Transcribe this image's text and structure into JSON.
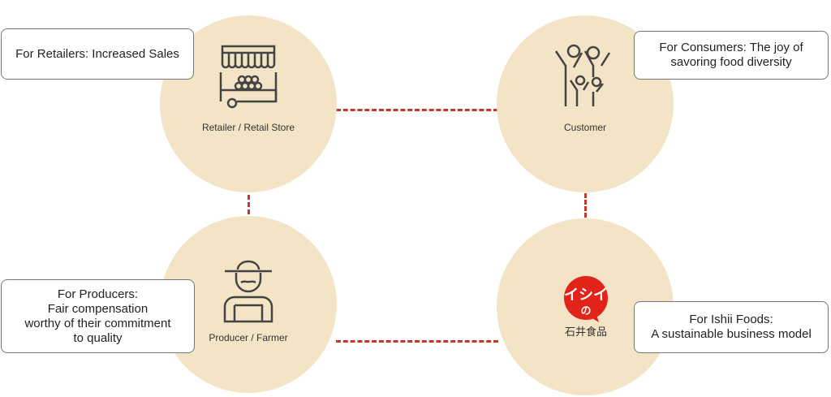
{
  "nodes": {
    "retailer": {
      "label": "Retailer / Retail Store",
      "benefit": "For Retailers: Increased Sales"
    },
    "customer": {
      "label": "Customer",
      "benefit": "For Consumers: The joy of\nsavoring food diversity"
    },
    "producer": {
      "label": "Producer / Farmer",
      "benefit": "For Producers:\nFair compensation\nworthy of their commitment\nto quality"
    },
    "ishii": {
      "logo_text": "イシイの 石井食品",
      "benefit": "For Ishii Foods:\nA sustainable business model"
    }
  },
  "colors": {
    "circle": "#f3e4c6",
    "connector": "#c0392b",
    "logo": "#e2231a"
  }
}
